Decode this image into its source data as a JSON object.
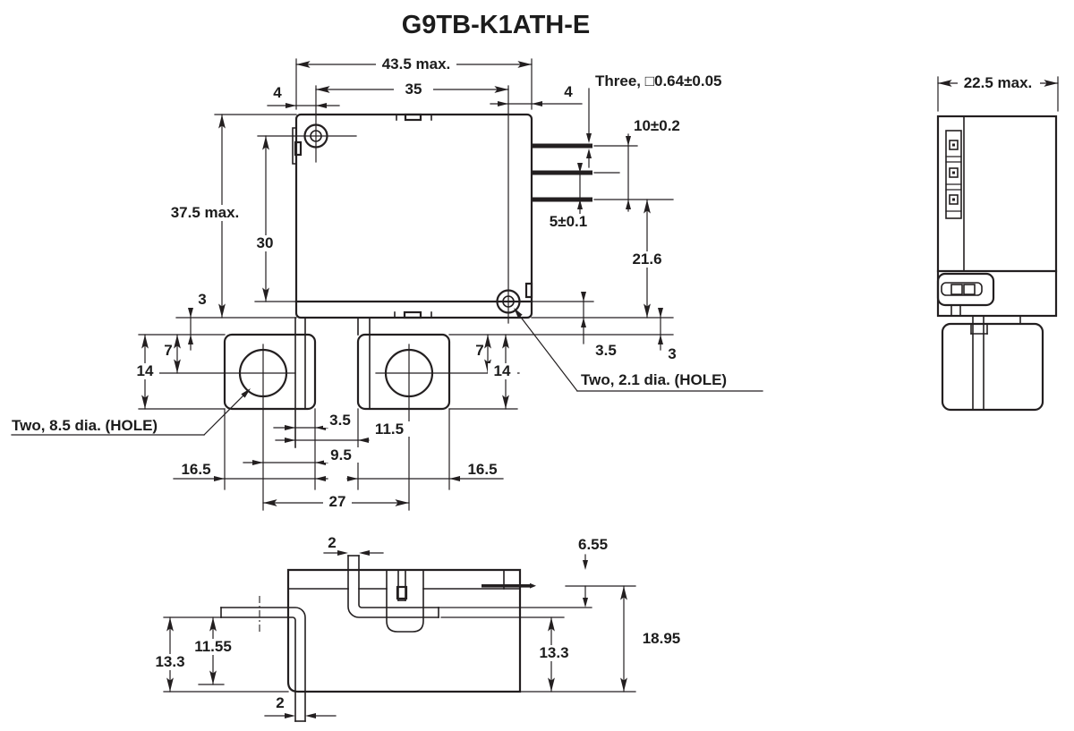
{
  "title": "G9TB-K1ATH-E",
  "front_view": {
    "width_max": "43.5 max.",
    "hole_span_h": "35",
    "offset_left": "4",
    "offset_right": "4",
    "pin_note": "Three, □0.64±0.05",
    "pin_span": "10±0.2",
    "pin_pitch": "5±0.1",
    "pin_to_base": "21.6",
    "height_max": "37.5 max.",
    "hole_span_v": "30",
    "gap_left": "3",
    "hole_to_bottom": "3.5",
    "gap_right": "3",
    "tab_top_to_hole_left": "7",
    "tab_height_left": "14",
    "tab_top_to_hole_right": "7",
    "tab_height_right": "14",
    "big_hole_note": "Two, 8.5 dia. (HOLE)",
    "small_hole_note": "Two, 2.1 dia. (HOLE)",
    "bar_offset": "3.5",
    "bar_span": "11.5",
    "hole_to_edge": "9.5",
    "tab_width_left": "16.5",
    "tab_width_right": "16.5",
    "hole_pitch": "27"
  },
  "side_view": {
    "depth_max": "22.5 max."
  },
  "bottom_view": {
    "bar_thickness_top": "2",
    "case_to_bar": "6.55",
    "bar_to_tab": "11.55",
    "bar_to_base_left": "13.3",
    "bar_to_base_right": "13.3",
    "pin_to_base": "18.95",
    "bar_thickness_bottom": "2"
  }
}
